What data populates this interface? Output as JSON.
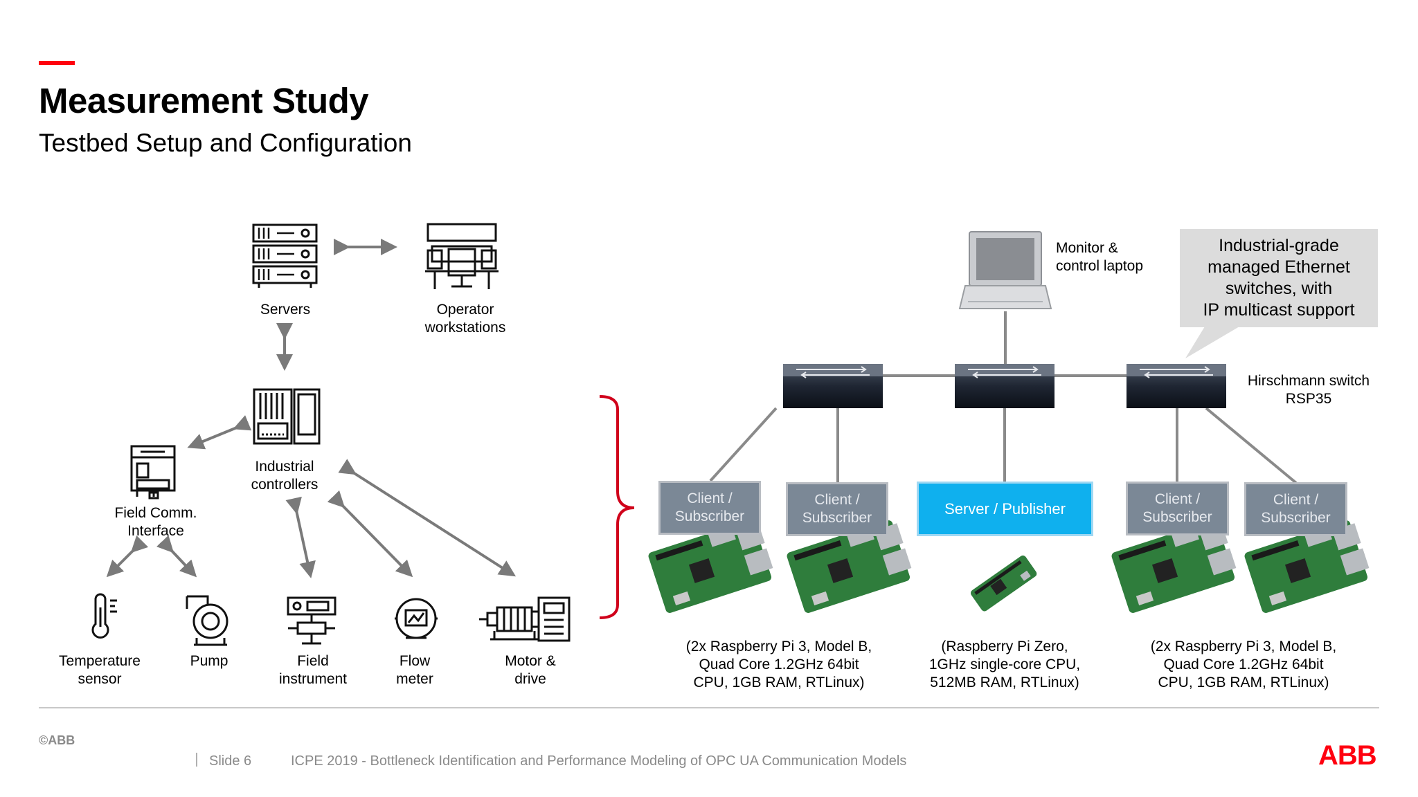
{
  "header": {
    "title": "Measurement Study",
    "subtitle": "Testbed Setup and Configuration",
    "accent_color": "#ff000f"
  },
  "left_diagram": {
    "servers": "Servers",
    "operator_workstations": [
      "Operator",
      "workstations"
    ],
    "industrial_controllers": [
      "Industrial",
      "controllers"
    ],
    "field_comm": [
      "Field Comm.",
      "Interface"
    ],
    "temperature_sensor": [
      "Temperature",
      "sensor"
    ],
    "pump": "Pump",
    "field_instrument": [
      "Field",
      "instrument"
    ],
    "flow_meter": [
      "Flow",
      "meter"
    ],
    "motor_drive": [
      "Motor &",
      "drive"
    ]
  },
  "right_diagram": {
    "laptop_label": [
      "Monitor &",
      "control laptop"
    ],
    "callout": [
      "Industrial-grade",
      "managed Ethernet",
      "switches, with",
      "IP multicast support"
    ],
    "switch_label": [
      "Hirschmann switch",
      "RSP35"
    ],
    "nodes": [
      {
        "label": [
          "Client /",
          "Subscriber"
        ]
      },
      {
        "label": [
          "Client /",
          "Subscriber"
        ]
      },
      {
        "label": [
          "Server / Publisher"
        ]
      },
      {
        "label": [
          "Client /",
          "Subscriber"
        ]
      },
      {
        "label": [
          "Client /",
          "Subscriber"
        ]
      }
    ],
    "specs": [
      [
        "(2x Raspberry Pi 3, Model B,",
        "Quad Core 1.2GHz 64bit",
        "CPU, 1GB RAM, RTLinux)"
      ],
      [
        "(Raspberry Pi Zero,",
        "1GHz single-core CPU,",
        "512MB RAM, RTLinux)"
      ],
      [
        "(2x Raspberry Pi 3, Model B,",
        "Quad Core 1.2GHz 64bit",
        "CPU, 1GB RAM, RTLinux)"
      ]
    ],
    "colors": {
      "client": "#7b8896",
      "server": "#0fb0ee",
      "board": "#2f7d3c"
    }
  },
  "footer": {
    "copyright": "©ABB",
    "slide": "Slide 6",
    "text": "ICPE 2019 - Bottleneck Identification and Performance Modeling of OPC UA Communication Models",
    "logo": "ABB"
  }
}
